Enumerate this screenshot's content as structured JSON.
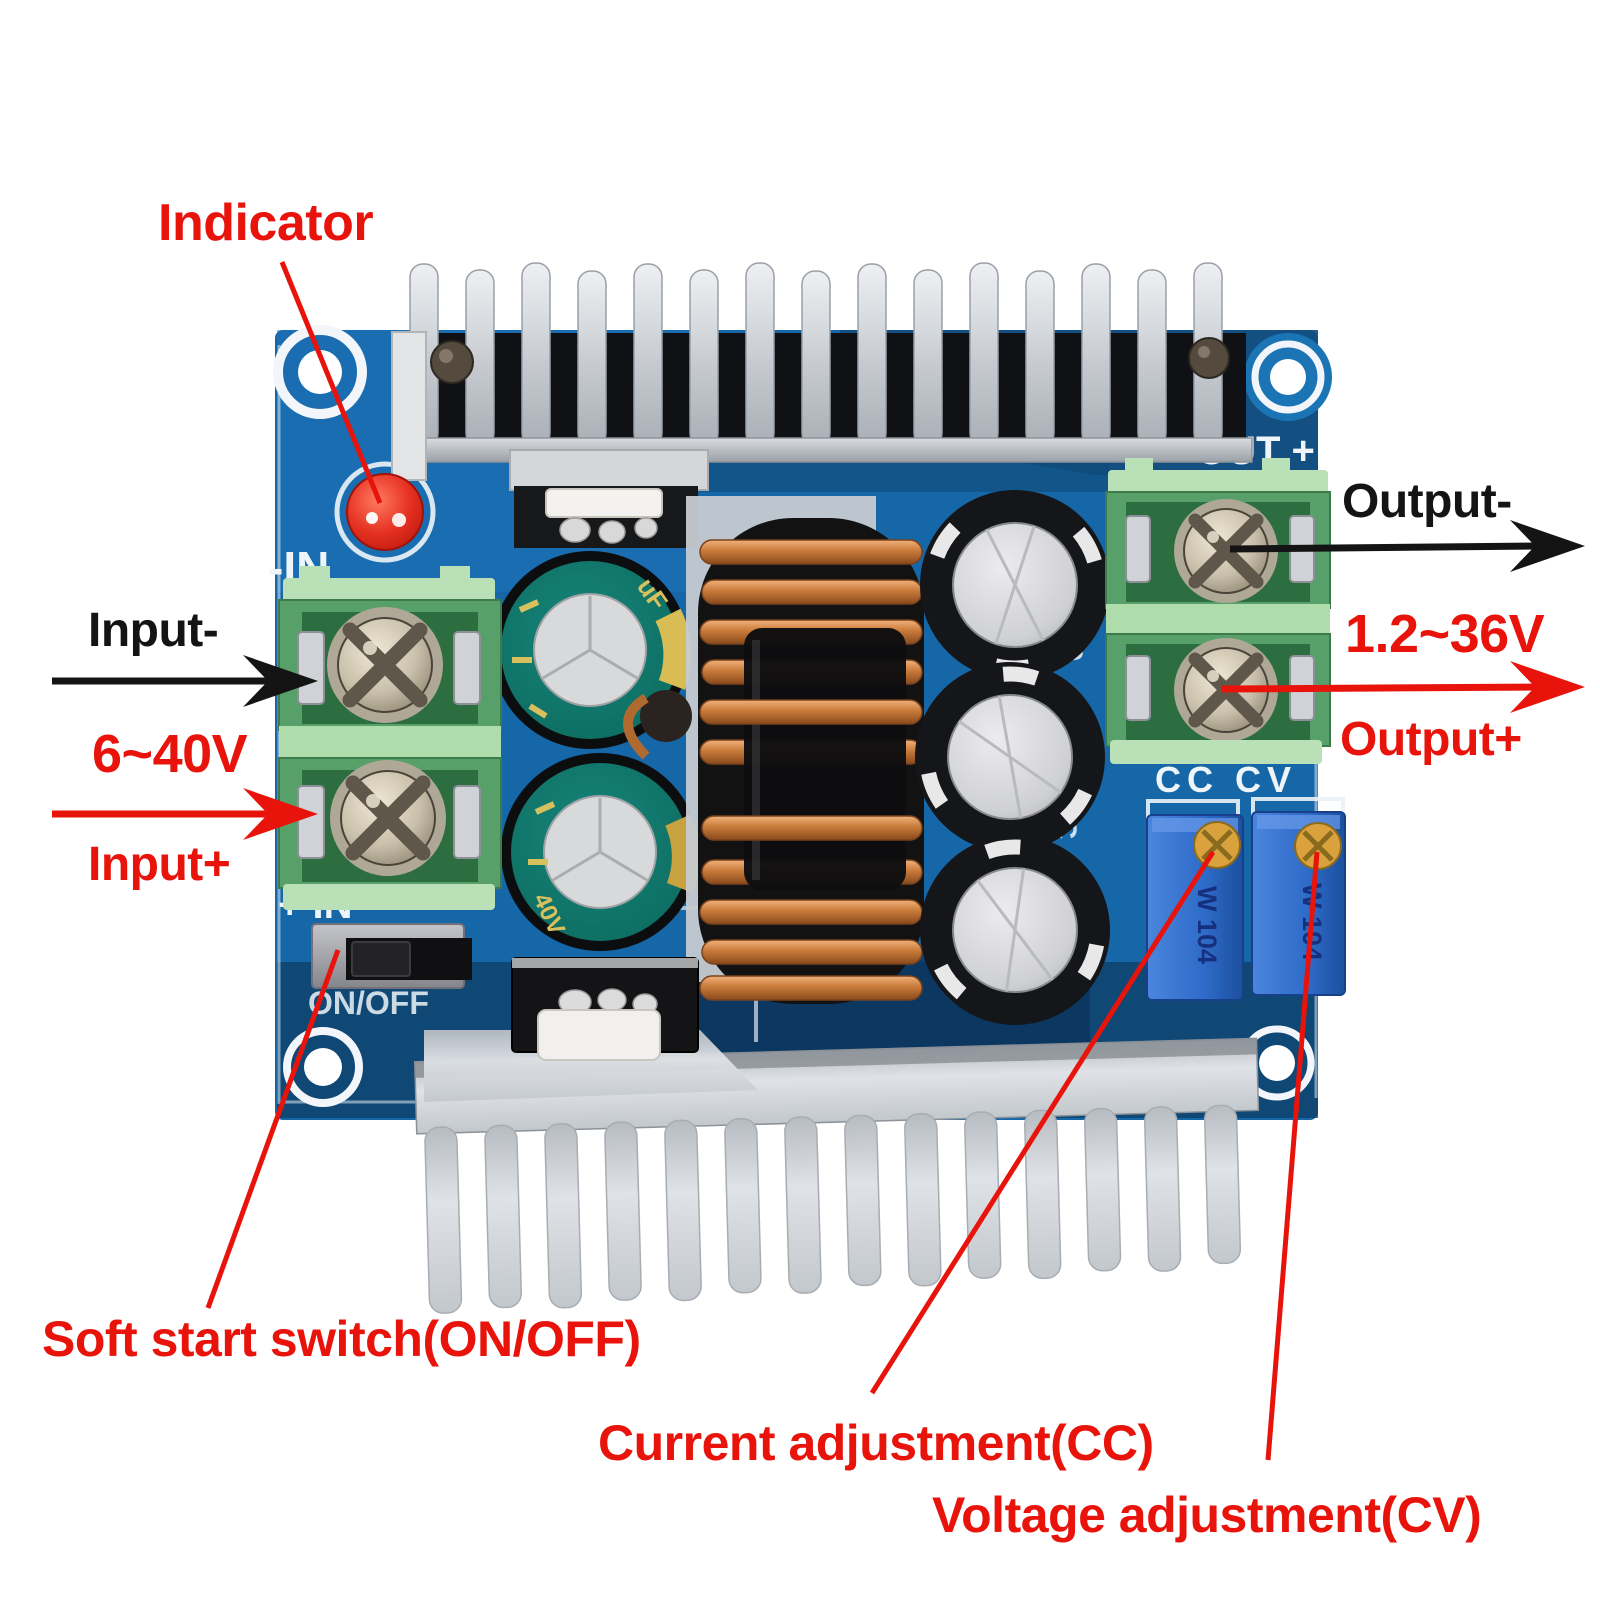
{
  "image": {
    "subject": "DC-DC step-down buck converter module, annotated product photo"
  },
  "annotations": {
    "indicator": "Indicator",
    "input_minus": "Input-",
    "input_range": "6~40V",
    "input_plus": "Input+",
    "output_minus": "Output-",
    "output_range": "1.2~36V",
    "output_plus": "Output+",
    "soft_start": "Soft start switch(ON/OFF)",
    "current_adj": "Current adjustment(CC)",
    "voltage_adj": "Voltage adjustment(CV)"
  },
  "silk": {
    "in_minus": "-IN",
    "in_plus": "+ IN",
    "on_off": "ON/OFF",
    "out_plus": "OUT +",
    "cc_cv": "CC CV",
    "cap_20": "20",
    "cap_dc": "DC"
  },
  "markings": {
    "pot_cc": "W 104",
    "pot_cv": "W 104",
    "cap_uf": "uF",
    "cap_40v": "40V"
  },
  "colors": {
    "annotation_red": "#e8140c",
    "annotation_black": "#141414",
    "pcb_blue": "#1667a8",
    "pcb_dark": "#0d3c64",
    "heatsink_silver": "#c9cdd2",
    "terminal_green": "#57a06a",
    "terminal_flange": "#b9e0b6",
    "capacitor_teal": "#117568",
    "copper": "#c87a3e",
    "led_red": "#e63222",
    "pot_blue": "#2e6bc8",
    "silk_white": "#eef4f8"
  }
}
